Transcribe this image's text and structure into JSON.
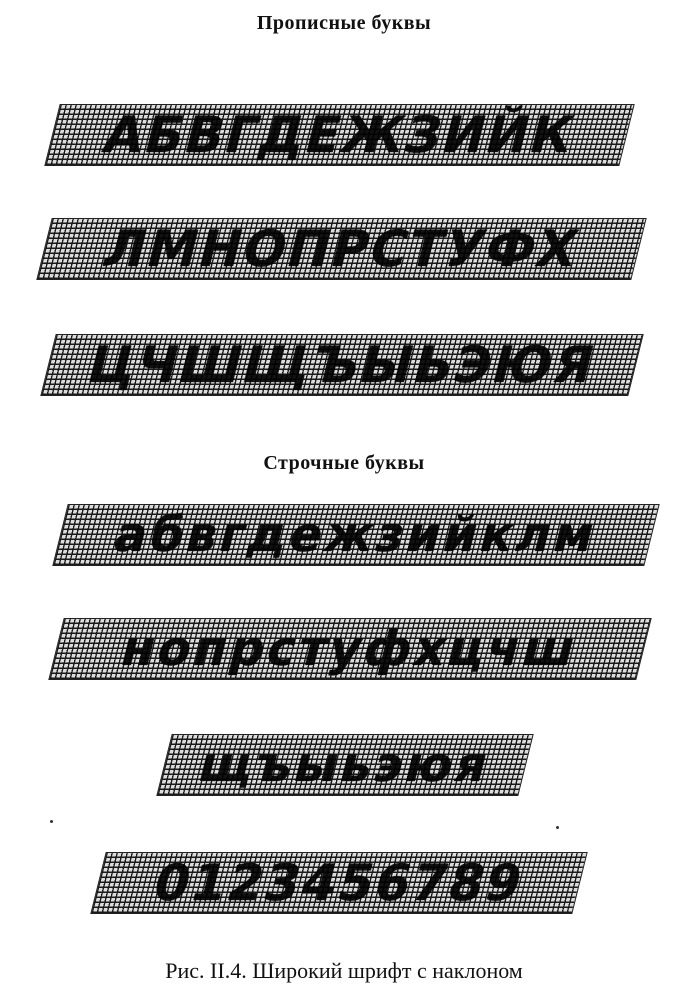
{
  "headings": {
    "uppercase": "Прописные буквы",
    "lowercase": "Строчные буквы"
  },
  "rows": {
    "upper1": "АБВГДЕЖЗИЙК",
    "upper2": "ЛМНОПРСТУФХ",
    "upper3": "ЦЧШЩЪЫЬЭЮЯ",
    "lower1": "абвгдежзийклм",
    "lower2": "нопрстуфхцчш",
    "lower3": "щъыьэюя",
    "digits": "0123456789"
  },
  "caption": "Рис. II.4. Широкий шрифт с наклоном"
}
